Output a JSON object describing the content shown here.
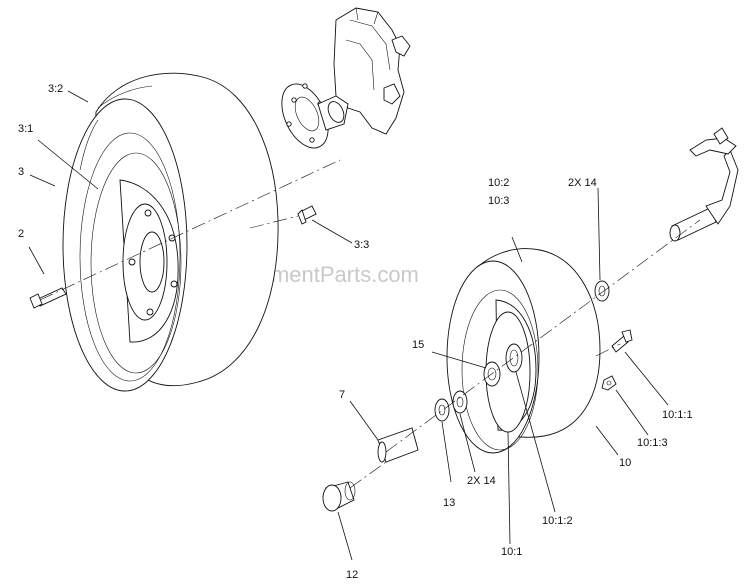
{
  "watermark": "eReplacementParts.com",
  "callouts": {
    "c3_2": "3:2",
    "c3_1": "3:1",
    "c3": "3",
    "c2": "2",
    "c3_3": "3:3",
    "c10_2": "10:2",
    "c10_3": "10:3",
    "c2x14_top": "2X 14",
    "c15": "15",
    "c7": "7",
    "c10_1_1": "10:1:1",
    "c10_1_3": "10:1:3",
    "c10": "10",
    "c2x14_bottom": "2X 14",
    "c13": "13",
    "c10_1_2": "10:1:2",
    "c10_1": "10:1",
    "c12": "12"
  }
}
